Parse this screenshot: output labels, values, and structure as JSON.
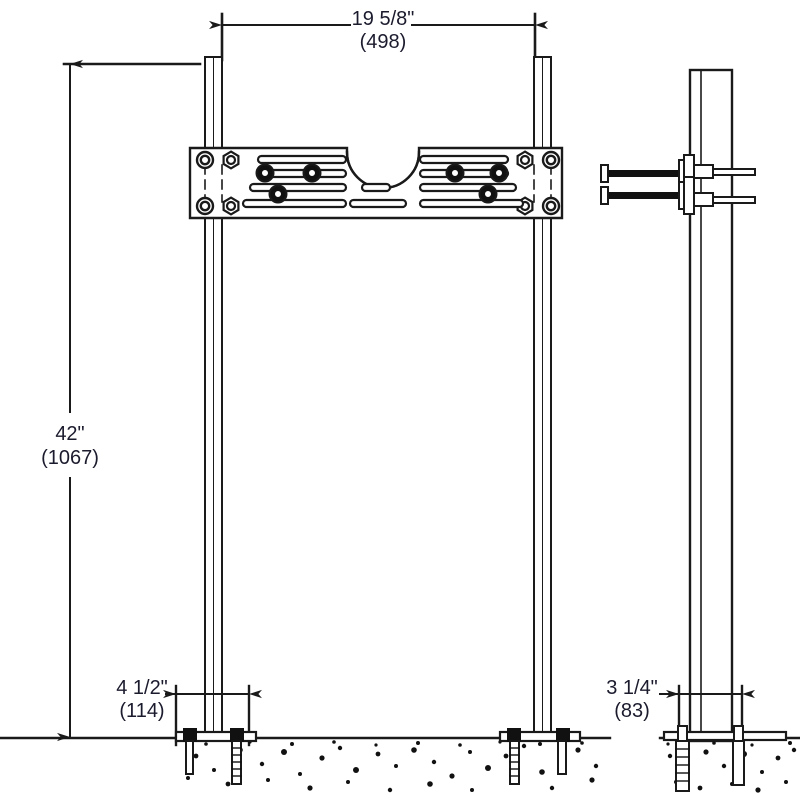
{
  "drawing": {
    "type": "engineering-dimension-drawing",
    "title": "Floor mounted carrier frame - front and side elevation",
    "units": "inches with millimeters in parentheses",
    "views": [
      {
        "name": "front-elevation",
        "description": "Two vertical posts with mounting bracket plate, anchored in concrete floor"
      },
      {
        "name": "side-elevation",
        "description": "Single post profile with bolt hardware projecting forward, anchored in concrete floor"
      }
    ]
  },
  "dimensions": {
    "width": {
      "name": "post-clear-width",
      "imperial": "19 5/8\"",
      "metric": "(498)",
      "orientation": "horizontal",
      "position": "top"
    },
    "height": {
      "name": "overall-height",
      "imperial": "42\"",
      "metric": "(1067)",
      "orientation": "vertical",
      "position": "left"
    },
    "base_front": {
      "name": "front-anchor-spacing",
      "imperial": "4 1/2\"",
      "metric": "(114)",
      "orientation": "horizontal",
      "position": "bottom-left"
    },
    "base_side": {
      "name": "side-post-depth",
      "imperial": "3 1/4\"",
      "metric": "(83)",
      "orientation": "horizontal",
      "position": "bottom-right"
    }
  },
  "components": {
    "left_post": "vertical-post-left",
    "right_post": "vertical-post-right",
    "side_post": "vertical-post-side-view",
    "bracket": "mounting-bracket-plate",
    "bracket_notch": "semicircular-center-notch",
    "bracket_holes": "bolt-holes",
    "bracket_nuts": "hex-nuts",
    "bracket_slots": "adjustment-slots",
    "bolts": "projecting-bolt-studs",
    "anchors": "floor-anchor-bolts",
    "ground": "concrete-floor-section"
  },
  "colors": {
    "line": "#1a1a1a",
    "text": "#1b1b2e",
    "fill": "#ffffff",
    "background": "#ffffff"
  }
}
